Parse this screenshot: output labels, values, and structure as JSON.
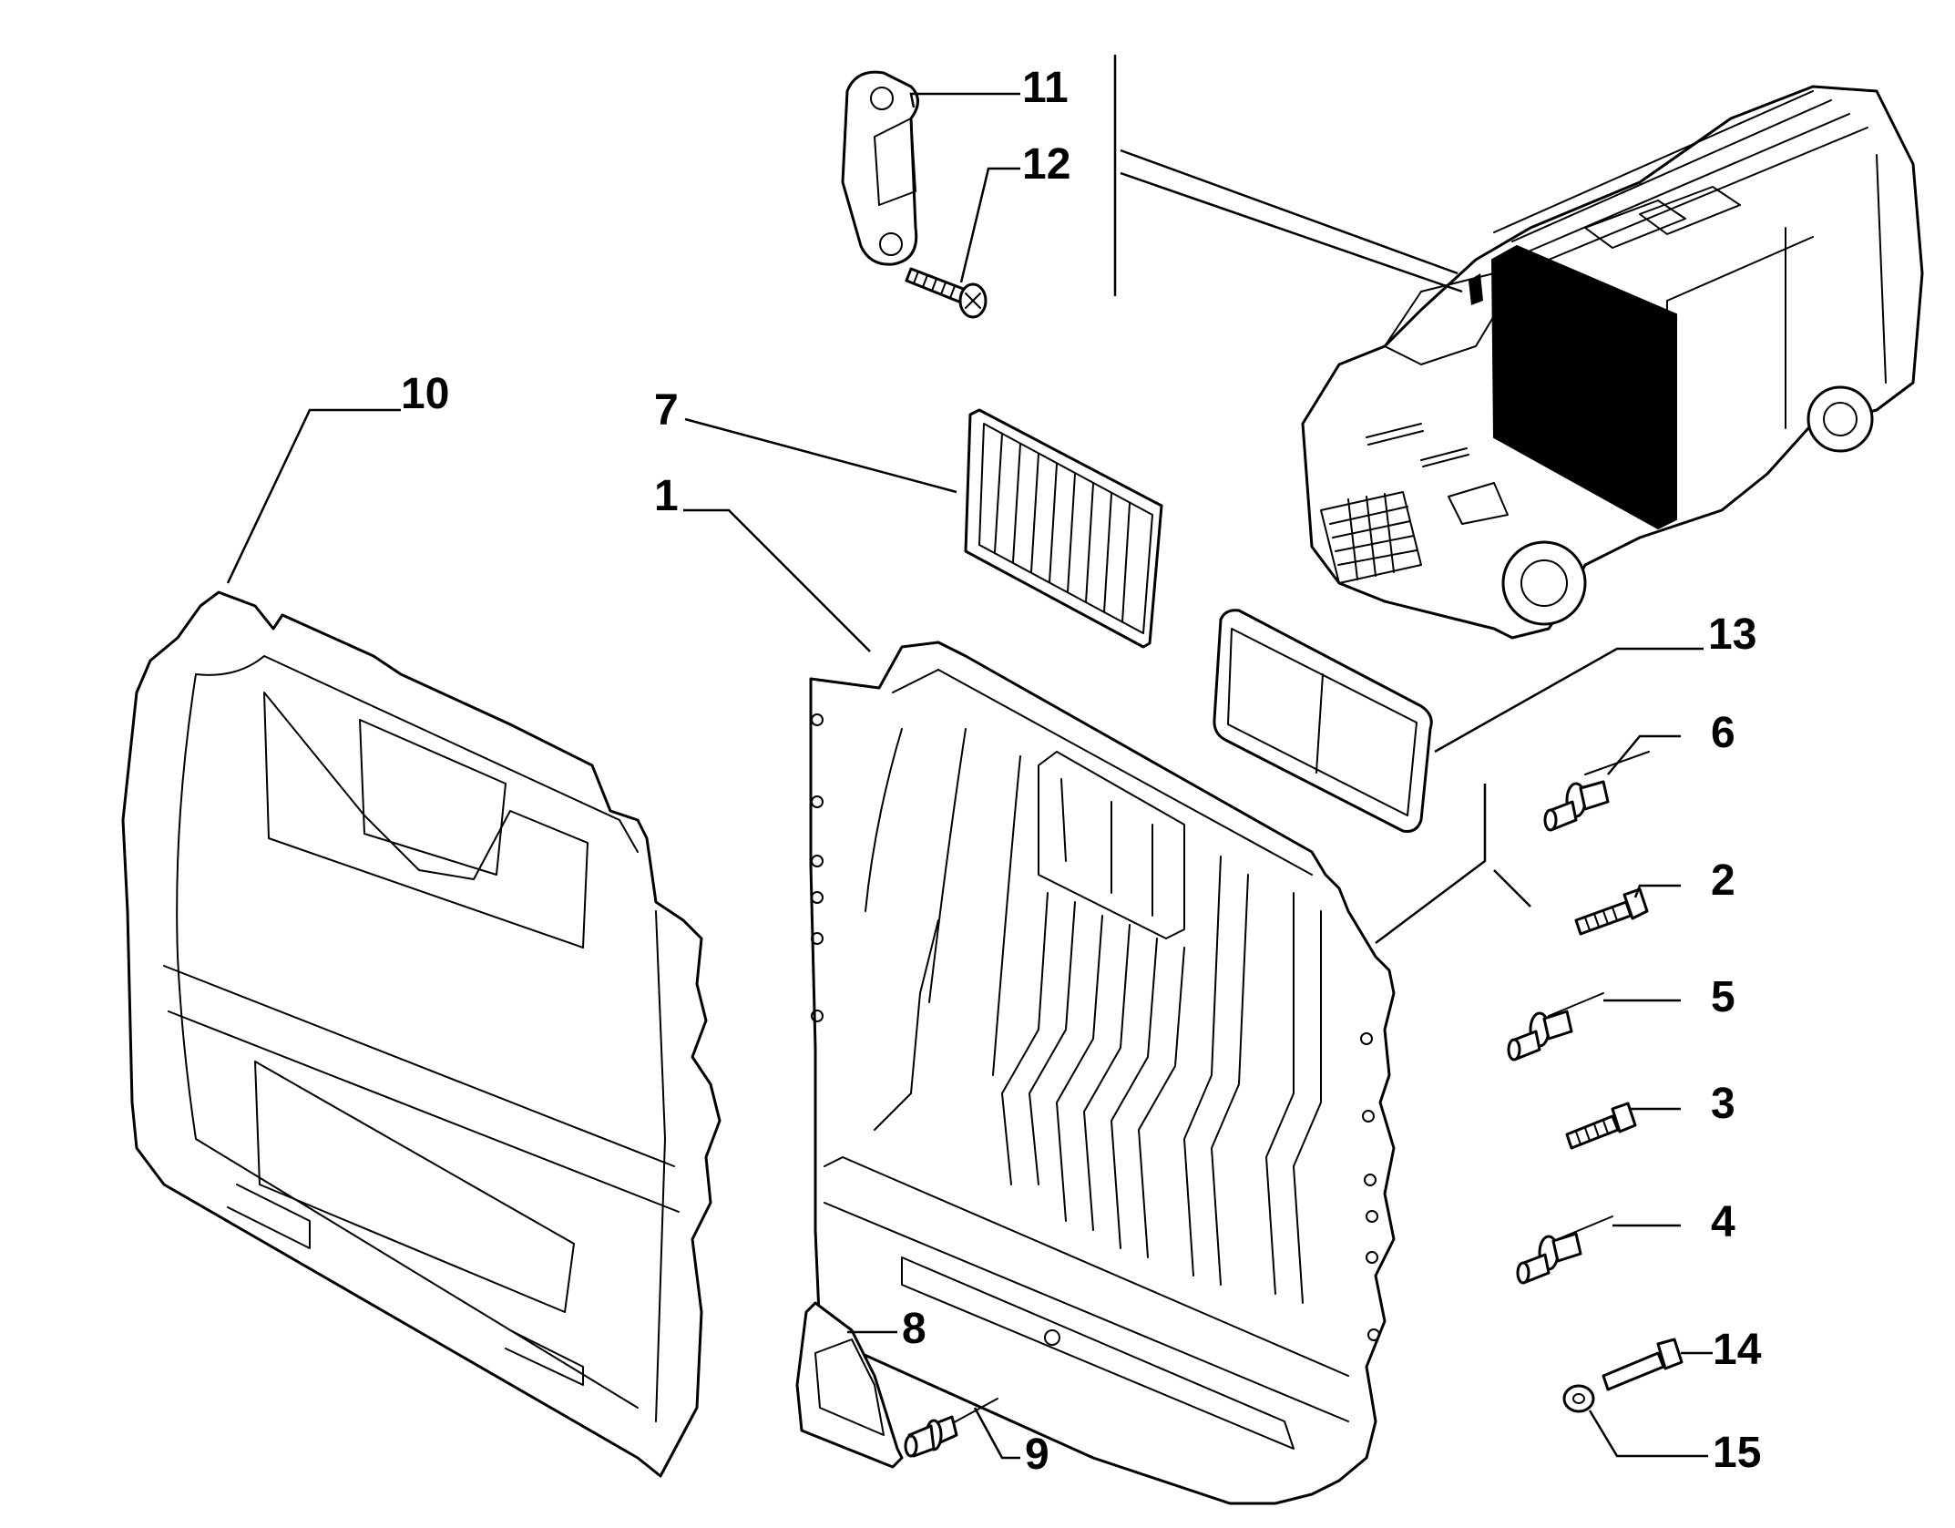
{
  "callouts": [
    {
      "id": "1",
      "text": "1"
    },
    {
      "id": "2",
      "text": "2"
    },
    {
      "id": "3",
      "text": "3"
    },
    {
      "id": "4",
      "text": "4"
    },
    {
      "id": "5",
      "text": "5"
    },
    {
      "id": "6",
      "text": "6"
    },
    {
      "id": "7",
      "text": "7"
    },
    {
      "id": "8",
      "text": "8"
    },
    {
      "id": "9",
      "text": "9"
    },
    {
      "id": "10",
      "text": "10"
    },
    {
      "id": "11",
      "text": "11"
    },
    {
      "id": "12",
      "text": "12"
    },
    {
      "id": "13",
      "text": "13"
    },
    {
      "id": "14",
      "text": "14"
    },
    {
      "id": "15",
      "text": "15"
    }
  ],
  "colors": {
    "line": "#000000",
    "background": "#ffffff"
  }
}
